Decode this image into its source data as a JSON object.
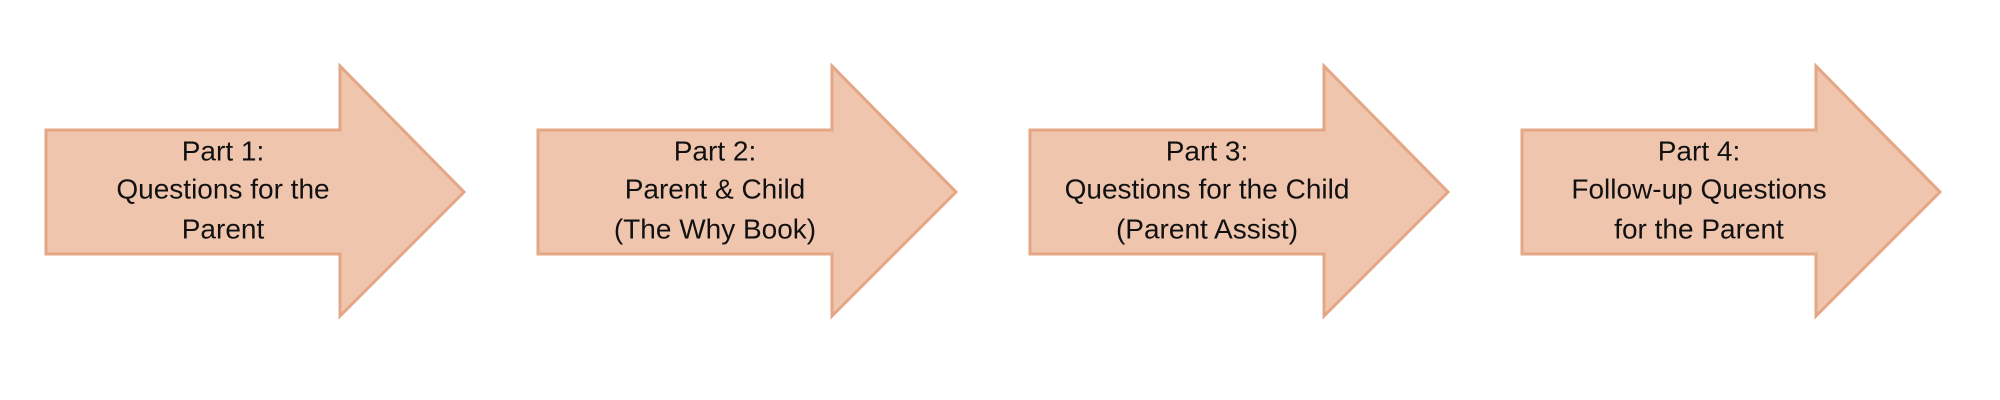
{
  "steps": [
    {
      "line1": "Part 1:",
      "line2": "Questions for the",
      "line3": "Parent"
    },
    {
      "line1": "Part 2:",
      "line2": "Parent & Child",
      "line3": "(The Why Book)"
    },
    {
      "line1": "Part 3:",
      "line2": "Questions for the Child",
      "line3": "(Parent Assist)"
    },
    {
      "line1": "Part 4:",
      "line2": "Follow-up Questions",
      "line3": "for the Parent"
    }
  ],
  "colors": {
    "arrow_fill": "#efc5ae",
    "arrow_stroke": "#e4a786",
    "text": "#111111"
  }
}
